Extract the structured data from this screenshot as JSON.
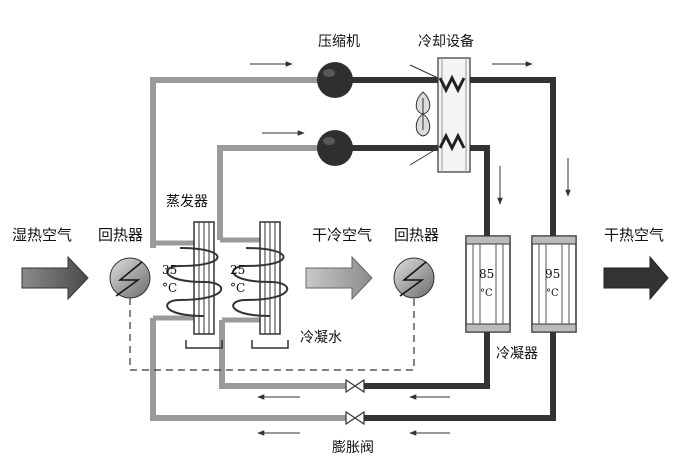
{
  "labels": {
    "compressor": "压缩机",
    "cooling_equipment": "冷却设备",
    "evaporator": "蒸发器",
    "humid_hot_air": "湿热空气",
    "heat_recovery_left": "回热器",
    "dry_cold_air": "干冷空气",
    "heat_recovery_right": "回热器",
    "dry_hot_air": "干热空气",
    "condensate_water": "冷凝水",
    "condenser": "冷凝器",
    "expansion_valve": "膨胀阀"
  },
  "temperatures": {
    "evap_1_value": "35",
    "evap_2_value": "25",
    "cond_1_value": "85",
    "cond_2_value": "95",
    "unit": "°C"
  },
  "colors": {
    "dark_line": "#333333",
    "gray_line": "#9a9a9a",
    "compressor_fill": "#2f2f2f",
    "humid_air_arrow": "#555555",
    "dry_cold_arrow": "#9a9a9a",
    "dry_hot_arrow": "#333333"
  }
}
